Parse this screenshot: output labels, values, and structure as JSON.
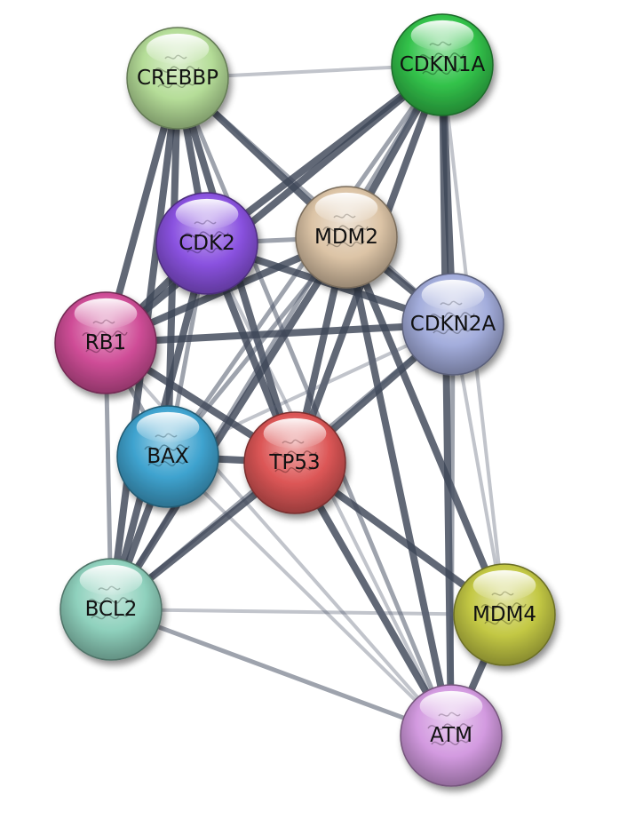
{
  "nodes": [
    {
      "id": "CREBBP",
      "label": "CREBBP",
      "color": "#b5dd98"
    },
    {
      "id": "CDKN1A",
      "label": "CDKN1A",
      "color": "#32c24a"
    },
    {
      "id": "CDK2",
      "label": "CDK2",
      "color": "#8a52e0"
    },
    {
      "id": "MDM2",
      "label": "MDM2",
      "color": "#dcc4a6"
    },
    {
      "id": "CDKN2A",
      "label": "CDKN2A",
      "color": "#a3addc"
    },
    {
      "id": "RB1",
      "label": "RB1",
      "color": "#cf4d97"
    },
    {
      "id": "BAX",
      "label": "BAX",
      "color": "#3fa3cf"
    },
    {
      "id": "TP53",
      "label": "TP53",
      "color": "#dc5656"
    },
    {
      "id": "BCL2",
      "label": "BCL2",
      "color": "#8fd1bd"
    },
    {
      "id": "MDM4",
      "label": "MDM4",
      "color": "#c3c844"
    },
    {
      "id": "ATM",
      "label": "ATM",
      "color": "#d39ae0"
    }
  ],
  "edges": [
    {
      "source": "CREBBP",
      "target": "CDKN1A",
      "strength": "light"
    },
    {
      "source": "CREBBP",
      "target": "CDK2",
      "strength": "strong"
    },
    {
      "source": "CREBBP",
      "target": "MDM2",
      "strength": "strong"
    },
    {
      "source": "CREBBP",
      "target": "RB1",
      "strength": "strong"
    },
    {
      "source": "CREBBP",
      "target": "BAX",
      "strength": "strong"
    },
    {
      "source": "CREBBP",
      "target": "TP53",
      "strength": "strong"
    },
    {
      "source": "CREBBP",
      "target": "BCL2",
      "strength": "strong"
    },
    {
      "source": "CREBBP",
      "target": "CDKN2A",
      "strength": "medium"
    },
    {
      "source": "CREBBP",
      "target": "ATM",
      "strength": "medium"
    },
    {
      "source": "CDKN1A",
      "target": "CDK2",
      "strength": "strong"
    },
    {
      "source": "CDKN1A",
      "target": "MDM2",
      "strength": "strong"
    },
    {
      "source": "CDKN1A",
      "target": "RB1",
      "strength": "strong"
    },
    {
      "source": "CDKN1A",
      "target": "TP53",
      "strength": "strong"
    },
    {
      "source": "CDKN1A",
      "target": "CDKN2A",
      "strength": "strong"
    },
    {
      "source": "CDKN1A",
      "target": "BAX",
      "strength": "medium"
    },
    {
      "source": "CDKN1A",
      "target": "BCL2",
      "strength": "medium"
    },
    {
      "source": "CDKN1A",
      "target": "MDM4",
      "strength": "light"
    },
    {
      "source": "CDKN1A",
      "target": "ATM",
      "strength": "strong"
    },
    {
      "source": "CDK2",
      "target": "MDM2",
      "strength": "medium"
    },
    {
      "source": "CDK2",
      "target": "CDKN2A",
      "strength": "strong"
    },
    {
      "source": "CDK2",
      "target": "RB1",
      "strength": "strong"
    },
    {
      "source": "CDK2",
      "target": "TP53",
      "strength": "strong"
    },
    {
      "source": "CDK2",
      "target": "BAX",
      "strength": "medium"
    },
    {
      "source": "CDK2",
      "target": "BCL2",
      "strength": "strong"
    },
    {
      "source": "CDK2",
      "target": "ATM",
      "strength": "light"
    },
    {
      "source": "MDM2",
      "target": "CDKN2A",
      "strength": "strong"
    },
    {
      "source": "MDM2",
      "target": "RB1",
      "strength": "strong"
    },
    {
      "source": "MDM2",
      "target": "TP53",
      "strength": "strong"
    },
    {
      "source": "MDM2",
      "target": "BAX",
      "strength": "medium"
    },
    {
      "source": "MDM2",
      "target": "BCL2",
      "strength": "strong"
    },
    {
      "source": "MDM2",
      "target": "MDM4",
      "strength": "strong"
    },
    {
      "source": "MDM2",
      "target": "ATM",
      "strength": "strong"
    },
    {
      "source": "CDKN2A",
      "target": "RB1",
      "strength": "strong"
    },
    {
      "source": "CDKN2A",
      "target": "TP53",
      "strength": "strong"
    },
    {
      "source": "CDKN2A",
      "target": "BAX",
      "strength": "light"
    },
    {
      "source": "CDKN2A",
      "target": "BCL2",
      "strength": "medium"
    },
    {
      "source": "CDKN2A",
      "target": "MDM4",
      "strength": "light"
    },
    {
      "source": "CDKN2A",
      "target": "ATM",
      "strength": "medium"
    },
    {
      "source": "RB1",
      "target": "TP53",
      "strength": "strong"
    },
    {
      "source": "RB1",
      "target": "BAX",
      "strength": "medium"
    },
    {
      "source": "RB1",
      "target": "BCL2",
      "strength": "medium"
    },
    {
      "source": "RB1",
      "target": "ATM",
      "strength": "light"
    },
    {
      "source": "BAX",
      "target": "TP53",
      "strength": "strong"
    },
    {
      "source": "BAX",
      "target": "BCL2",
      "strength": "strong"
    },
    {
      "source": "BAX",
      "target": "ATM",
      "strength": "light"
    },
    {
      "source": "TP53",
      "target": "BCL2",
      "strength": "strong"
    },
    {
      "source": "TP53",
      "target": "MDM4",
      "strength": "strong"
    },
    {
      "source": "TP53",
      "target": "ATM",
      "strength": "strong"
    },
    {
      "source": "BCL2",
      "target": "MDM4",
      "strength": "light"
    },
    {
      "source": "BCL2",
      "target": "ATM",
      "strength": "medium"
    },
    {
      "source": "MDM4",
      "target": "ATM",
      "strength": "strong"
    }
  ]
}
